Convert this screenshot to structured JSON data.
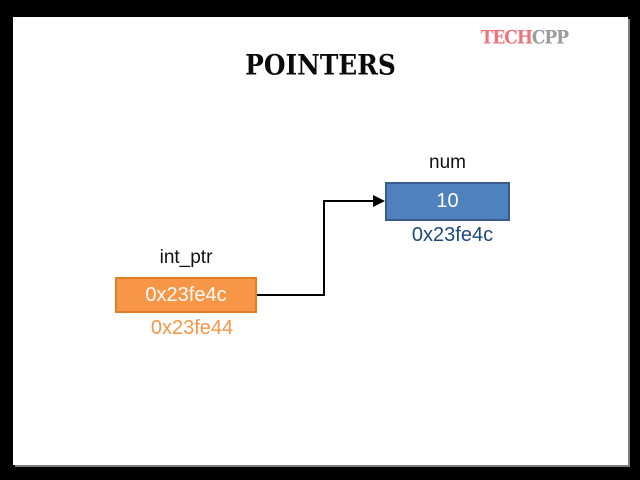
{
  "slide": {
    "title": "POINTERS",
    "logo": {
      "tech": "TECH",
      "cpp": "CPP"
    }
  },
  "diagram": {
    "num": {
      "label": "num",
      "value": "10",
      "address": "0x23fe4c"
    },
    "int_ptr": {
      "label": "int_ptr",
      "value": "0x23fe4c",
      "address": "0x23fe44"
    },
    "arrow": {
      "name": "int_ptr-points-to-num",
      "from": "int_ptr",
      "to": "num"
    }
  },
  "colors": {
    "frame_bg": "#000000",
    "slide_bg": "#ffffff",
    "num_box_fill": "#4f81bd",
    "num_box_border": "#385d8a",
    "num_address_text": "#1f497d",
    "ptr_box_fill": "#f79646",
    "ptr_box_border": "#e07d27",
    "ptr_address_text": "#f79646",
    "arrow_stroke": "#000000",
    "logo_tech": "#ee737b",
    "logo_cpp": "#9b9b9b"
  }
}
